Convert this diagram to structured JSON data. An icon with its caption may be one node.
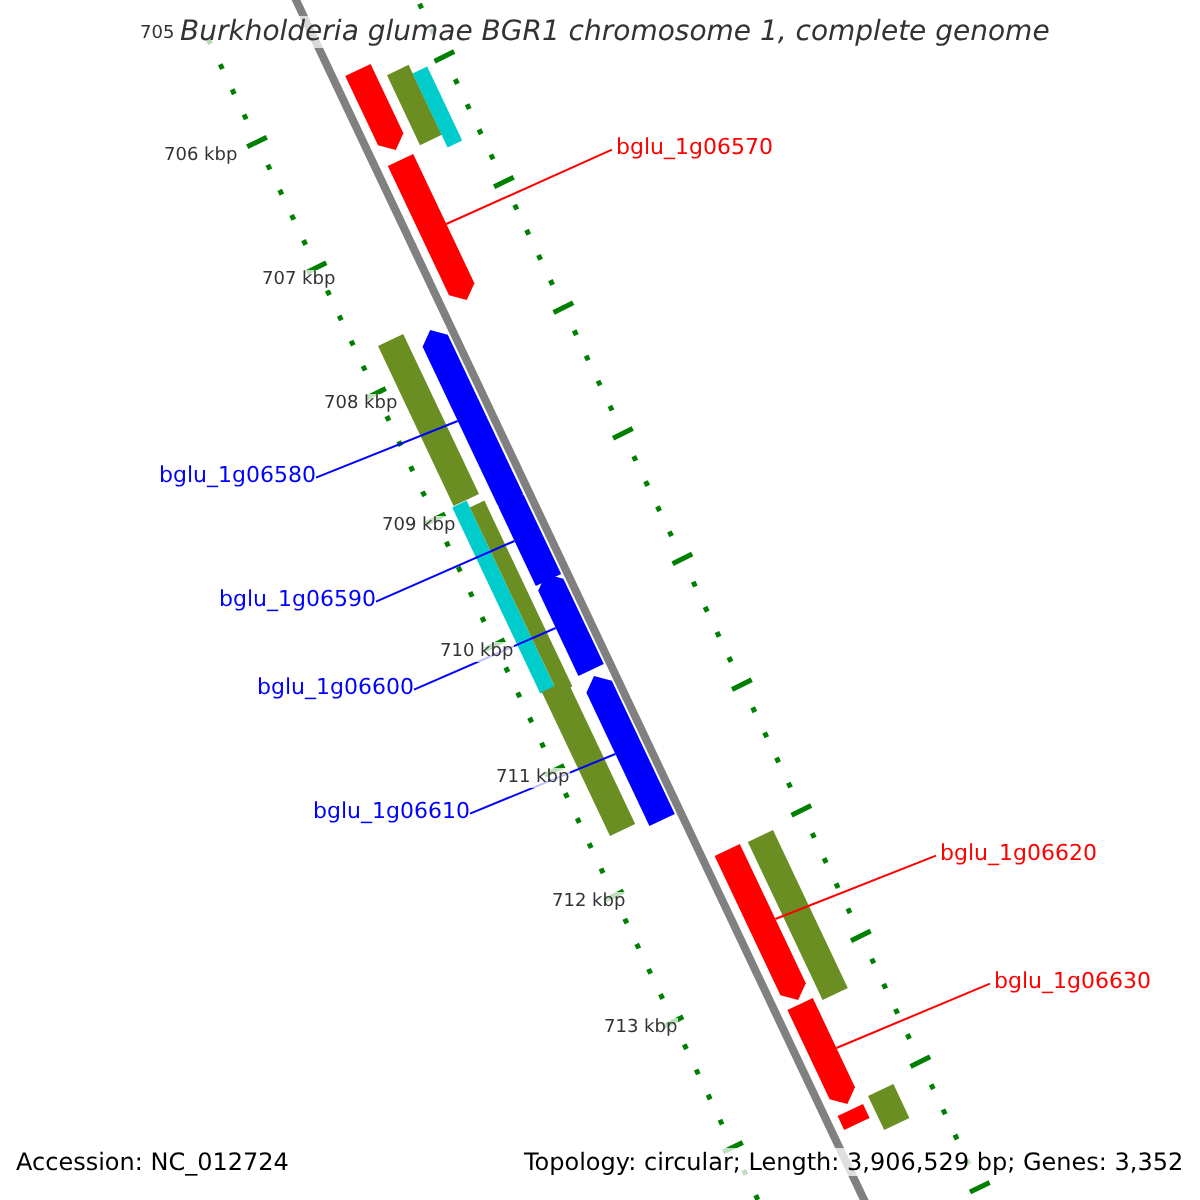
{
  "diagram": {
    "title": "Burkholderia glumae BGR1 chromosome 1, complete genome",
    "nodes": [
      {
        "text": [
          "bglu_1g06570"
        ]
      },
      {
        "text": [],
        "shape": "bar"
      },
      {
        "text": [
          "bglu_1g06580"
        ]
      },
      {
        "text": [],
        "shape": "bar"
      },
      {
        "text": [
          "bglu_1g06590"
        ]
      },
      {
        "text": [],
        "shape": "bar"
      },
      {
        "text": [
          "bglu_1g06600"
        ]
      },
      {
        "text": [],
        "shape": "bar"
      },
      {
        "text": [
          "bglu_1g06610"
        ]
      },
      {
        "text": [],
        "shape": "bar"
      },
      {
        "text": [
          "bglu_1g06620"
        ]
      },
      {
        "text": [],
        "shape": "bar"
      },
      {
        "text": [
          "bglu_1g06630"
        ]
      },
      {
        "text": [],
        "shape": "bar"
      },
      {
        "text": [],
        "shape": "bar"
      },
      {
        "text": [],
        "shape": "bar"
      },
      {
        "text": [],
        "shape": "bar"
      },
      {
        "text": [],
        "shape": "bar"
      },
      {
        "text": [],
        "shape": "bar"
      },
      {
        "text": [],
        "shape": "bar"
      },
      {
        "text": [],
        "shape": "bar"
      },
      {
        "text": [],
        "shape": "bar"
      },
      {
        "text": [],
        "shape": "bar"
      },
      {
        "text": [],
        "shape": "bar"
      }
    ],
    "edges": [
      {
        "from": 0,
        "to": 1,
        "arrow": "none",
        "color": "#ff0000"
      },
      {
        "from": 2,
        "to": 3,
        "arrow": "none"
      },
      {
        "from": 4,
        "to": 5,
        "arrow": "none"
      },
      {
        "from": 6,
        "to": 7,
        "arrow": "none"
      },
      {
        "from": 8,
        "to": 9,
        "arrow": "none"
      },
      {
        "from": 10,
        "to": 11,
        "arrow": "none",
        "color": "#ff0000"
      },
      {
        "from": 12,
        "to": 13,
        "arrow": "none",
        "color": "#ff0000"
      }
    ],
    "labels": [
      "705",
      "706 kbp",
      "707 kbp",
      "708 kbp",
      "709 kbp",
      "710 kbp",
      "711 kbp",
      "712 kbp",
      "713 kbp",
      "Accession: NC_012724",
      "Topology: circular; Length: 3,906,529 bp; Genes: 3,352"
    ]
  }
}
